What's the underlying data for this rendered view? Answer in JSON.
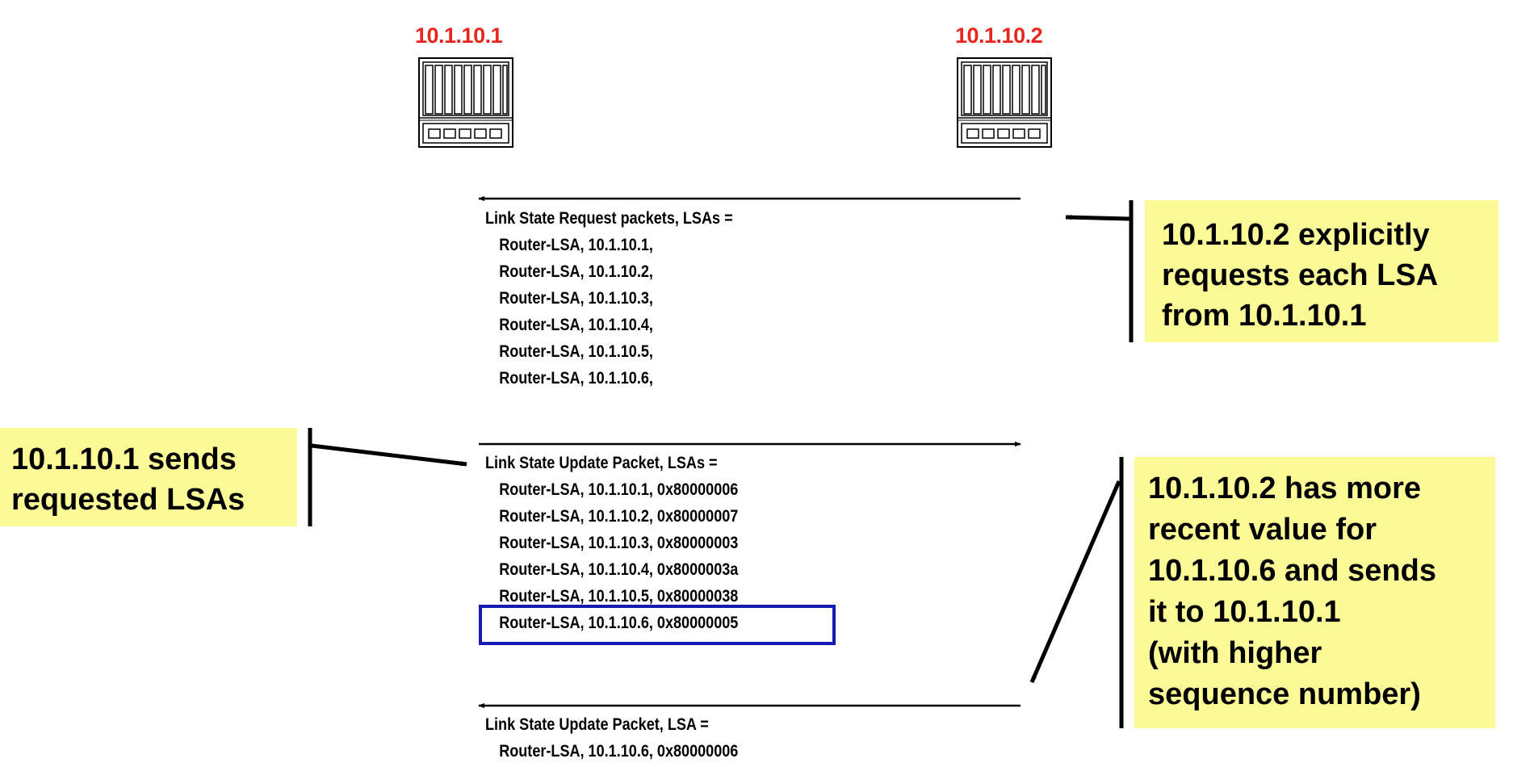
{
  "routers": {
    "left": {
      "label": "10.1.10.1"
    },
    "right": {
      "label": "10.1.10.2"
    }
  },
  "packets": {
    "request": {
      "header": "Link State Request packets,  LSAs =",
      "items": [
        "Router-LSA,  10.1.10.1,",
        "Router-LSA,  10.1.10.2,",
        "Router-LSA,  10.1.10.3,",
        "Router-LSA,  10.1.10.4,",
        "Router-LSA,  10.1.10.5,",
        "Router-LSA,  10.1.10.6,"
      ]
    },
    "update": {
      "header": "Link State Update Packet,  LSAs  =",
      "items": [
        "Router-LSA, 10.1.10.1, 0x80000006",
        "Router-LSA, 10.1.10.2, 0x80000007",
        "Router-LSA, 10.1.10.3, 0x80000003",
        "Router-LSA, 10.1.10.4, 0x8000003a",
        "Router-LSA, 10.1.10.5, 0x80000038",
        "Router-LSA, 10.1.10.6, 0x80000005"
      ]
    },
    "reply": {
      "header": "Link State Update Packet,  LSA  =",
      "items": [
        "Router-LSA,  10.1.10.6, 0x80000006"
      ]
    }
  },
  "callouts": {
    "request_note": [
      "10.1.10.2 explicitly",
      "requests each LSA",
      "from 10.1.10.1"
    ],
    "sends_note": [
      "10.1.10.1 sends",
      "requested LSAs"
    ],
    "recent_note": [
      "10.1.10.2 has more",
      "recent value for",
      "10.1.10.6 and sends",
      "it to 10.1.10.1",
      "(with higher",
      "sequence number)"
    ]
  },
  "colors": {
    "router_label": "#e8251f",
    "callout_fill": "#fcfa96",
    "highlight_box": "#1619b3"
  }
}
